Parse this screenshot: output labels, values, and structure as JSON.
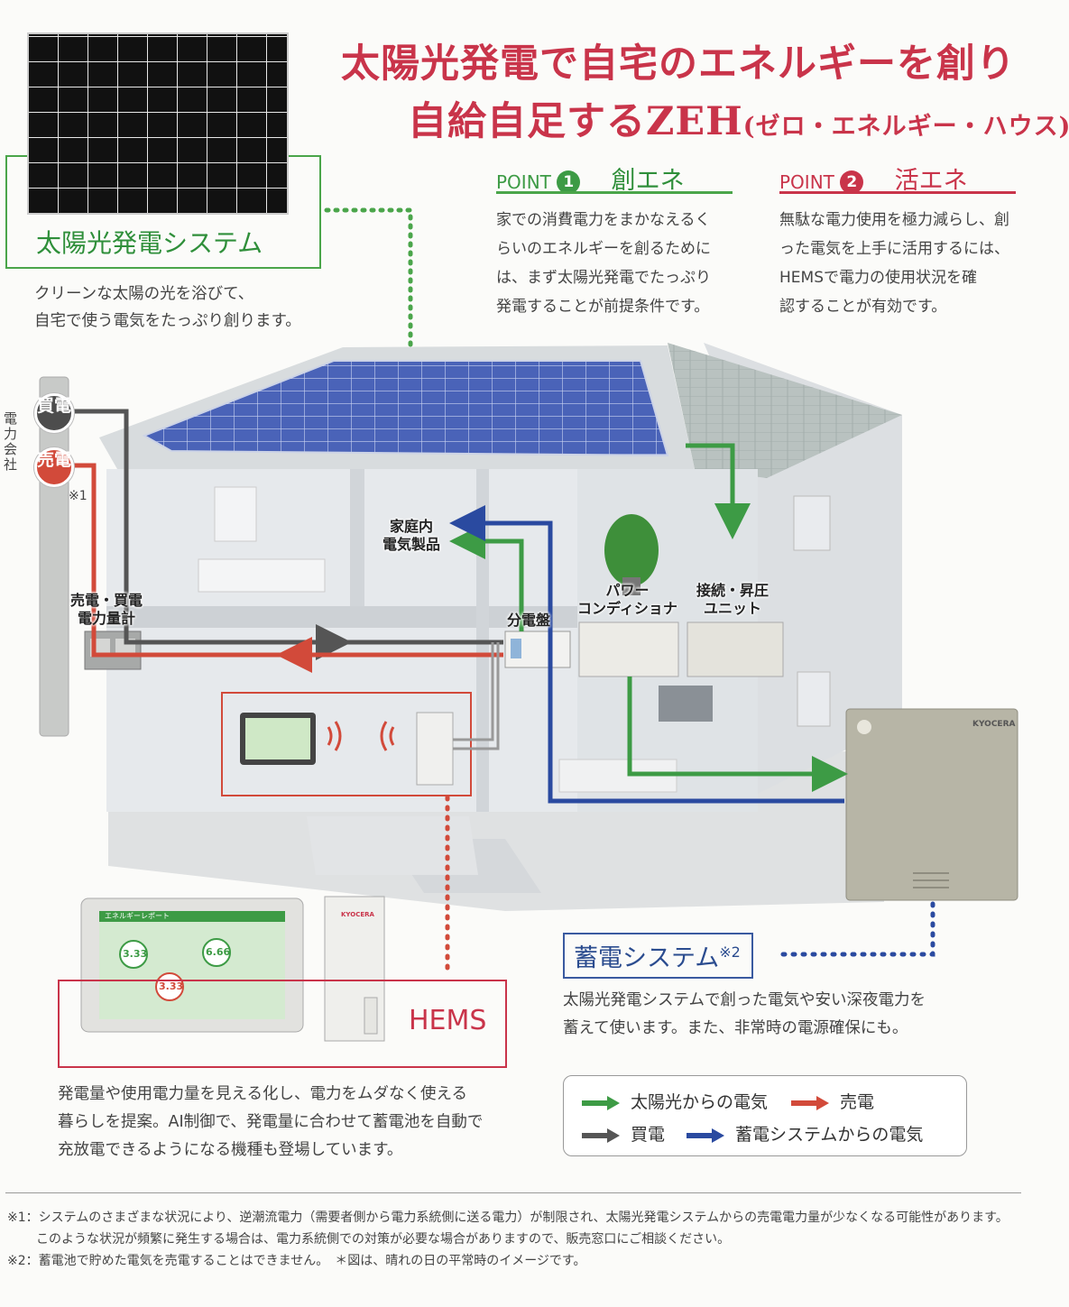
{
  "title": {
    "line1": "太陽光発電で自宅のエネルギーを創り",
    "line2_main": "自給自足するZEH",
    "line2_sub": "(ゼロ・エネルギー・ハウス)"
  },
  "solar_system": {
    "label": "太陽光発電システム",
    "desc_line1": "クリーンな太陽の光を浴びて、",
    "desc_line2": "自宅で使う電気をたっぷり創ります。"
  },
  "point1": {
    "prefix": "POINT",
    "num": "1",
    "title": "創エネ",
    "lines": [
      "家での消費電力をまかなえるく",
      "らいのエネルギーを創るために",
      "は、まず太陽光発電でたっぷり",
      "発電することが前提条件です。"
    ]
  },
  "point2": {
    "prefix": "POINT",
    "num": "2",
    "title": "活エネ",
    "lines": [
      "無駄な電力使用を極力減らし、創",
      "った電気を上手に活用するには、",
      "HEMSで電力の使用状況を確",
      "認することが有効です。"
    ]
  },
  "diagram": {
    "power_company": "電力会社",
    "buy": "買電",
    "sell": "売電",
    "note1_mark": "※1",
    "meter": [
      "売電・買電",
      "電力量計"
    ],
    "appliances": [
      "家庭内",
      "電気製品"
    ],
    "breaker": "分電盤",
    "conditioner": [
      "パワー",
      "コンディショナ"
    ],
    "junction": [
      "接続・昇圧",
      "ユニット"
    ],
    "hems_screen_title": "エネルギーレポート",
    "hems_value1": "3.33",
    "hems_value2": "6.66",
    "hems_value3": "3.33",
    "brand": "KYOCERA"
  },
  "hems": {
    "label": "HEMS",
    "lines": [
      "発電量や使用電力量を見える化し、電力をムダなく使える",
      "暮らしを提案。AI制御で、発電量に合わせて蓄電池を自動で",
      "充放電できるようになる機種も登場しています。"
    ]
  },
  "battery": {
    "label": "蓄電システム",
    "mark": "※2",
    "lines": [
      "太陽光発電システムで創った電気や安い深夜電力を",
      "蓄えて使います。また、非常時の電源確保にも。"
    ]
  },
  "legend": {
    "solar": "太陽光からの電気",
    "sell": "売電",
    "buy": "買電",
    "battery": "蓄電システムからの電気"
  },
  "colors": {
    "green": "#3d9b45",
    "red": "#d24a3a",
    "gray": "#555555",
    "blue": "#2a4aa0",
    "title_red": "#c9344a"
  },
  "footnotes": {
    "n1a": "※1：システムのさまざまな状況により、逆潮流電力（需要者側から電力系統側に送る電力）が制限され、太陽光発電システムからの売電電力量が少なくなる可能性があります。",
    "n1b": "このような状況が頻繁に発生する場合は、電力系統側での対策が必要な場合がありますので、販売窓口にご相談ください。",
    "n2": "※2：蓄電池で貯めた電気を売電することはできません。　＊図は、晴れの日の平常時のイメージです。"
  }
}
